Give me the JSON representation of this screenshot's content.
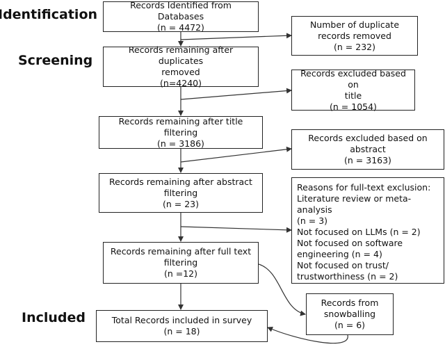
{
  "stages": {
    "identification": "Identification",
    "screening": "Screening",
    "included": "Included"
  },
  "boxes": {
    "identified": [
      "Records Identified from Databases",
      "(n = 4472)"
    ],
    "duplicates_removed": [
      "Number of duplicate",
      "records removed",
      "(n = 232)"
    ],
    "after_duplicates": [
      "Records remaining after duplicates",
      "removed",
      "(n=4240)"
    ],
    "excluded_title": [
      "Records excluded based on",
      "title",
      "(n = 1054)"
    ],
    "after_title": [
      "Records remaining after title filtering",
      "(n = 3186)"
    ],
    "excluded_abstract": [
      "Records excluded based on",
      "abstract",
      "(n = 3163)"
    ],
    "after_abstract": [
      "Records remaining after abstract",
      "filtering",
      "(n = 23)"
    ],
    "fulltext_exclusion": [
      "Reasons for full-text exclusion:",
      "Literature review or meta-analysis",
      "(n = 3)",
      "Not focused on LLMs (n = 2)",
      "Not focused on software",
      "engineering (n = 4)",
      "Not focused on trust/",
      "trustworthiness (n = 2)"
    ],
    "after_fulltext": [
      "Records remaining after full text",
      "filtering",
      "(n =12)"
    ],
    "snowballing": [
      "Records from",
      "snowballing",
      "(n = 6)"
    ],
    "included_total": [
      "Total Records included in survey",
      "(n = 18)"
    ]
  }
}
